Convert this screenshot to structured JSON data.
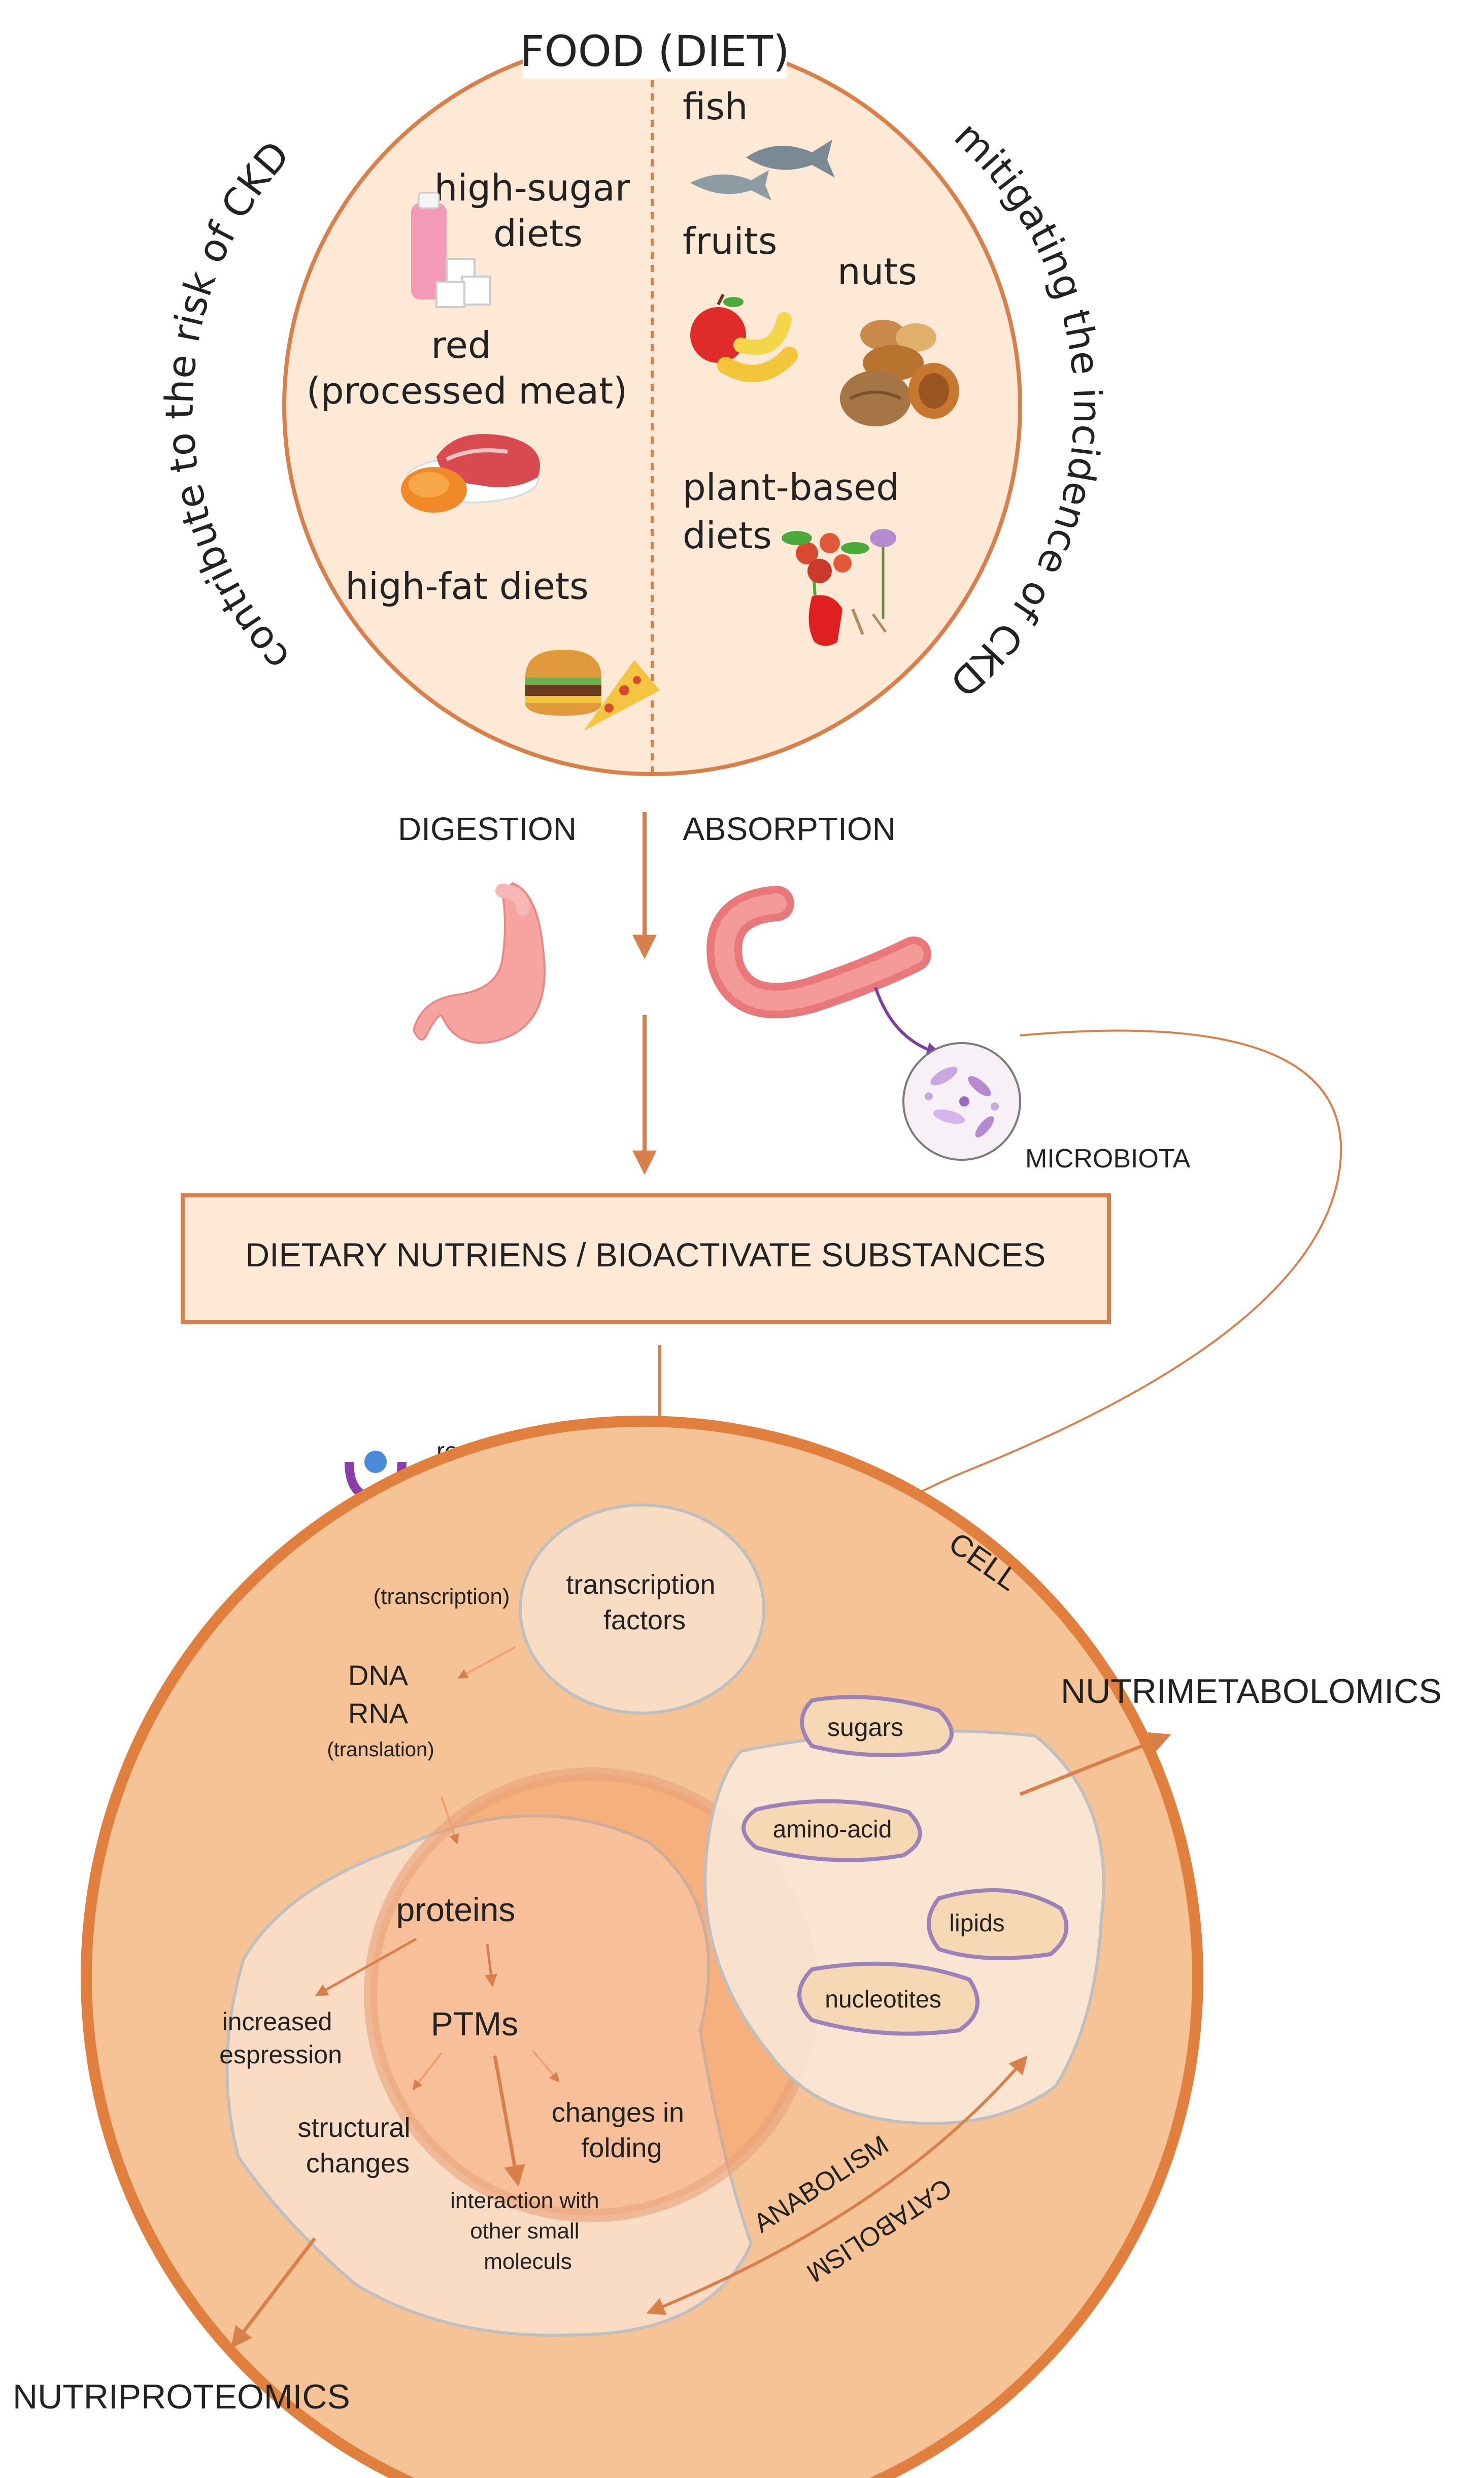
{
  "colors": {
    "accent": "#d9804a",
    "food_circle_fill": "#fde9d6",
    "cell_fill": "#f6c397",
    "cell_border": "#e07f3e",
    "membrane_fill": "#f9e4d2",
    "membrane_stroke": "#bfbfbf",
    "metabolite_fill": "#f7d8b4",
    "metabolite_stroke": "#9b82b8",
    "box_fill": "#fde9d6",
    "microbiota_accent": "#7b3fa0"
  },
  "food": {
    "title": "FOOD (DIET)",
    "left_arc": "contribute to the risk of CKD",
    "right_arc": "mitigating the incidence of CKD",
    "risk_items": [
      {
        "lines": [
          "high-sugar",
          "diets"
        ],
        "icon": "sugar-drink-icon"
      },
      {
        "lines": [
          "red",
          "(processed meat)"
        ],
        "icon": "meat-icon"
      },
      {
        "lines": [
          "high-fat diets"
        ],
        "icon": "fast-food-icon"
      }
    ],
    "protective_items": [
      {
        "lines": [
          "fish"
        ],
        "icon": "fish-icon"
      },
      {
        "lines": [
          "fruits"
        ],
        "icon": "fruits-icon"
      },
      {
        "lines": [
          "nuts"
        ],
        "icon": "nuts-icon"
      },
      {
        "lines": [
          "plant-based",
          "diets"
        ],
        "icon": "vegetables-icon"
      }
    ]
  },
  "process": {
    "digestion": "DIGESTION",
    "absorption": "ABSORPTION",
    "microbiota": "MICROBIOTA",
    "box_label": "DIETARY NUTRIENS / BIOACTIVATE SUBSTANCES",
    "receptors": "receptors"
  },
  "cell": {
    "title": "CELL",
    "transcription": "(transcription)",
    "transcription_factors": [
      "transcription",
      "factors"
    ],
    "dna": "DNA",
    "rna": "RNA",
    "translation": "(translation)",
    "proteins": "proteins",
    "ptms": "PTMs",
    "increased_expression": [
      "increased",
      "espression"
    ],
    "structural_changes": [
      "structural",
      "changes"
    ],
    "changes_in_folding": [
      "changes in",
      "folding"
    ],
    "interaction": [
      "interaction with",
      "other small",
      "moleculs"
    ],
    "metabolites": [
      "sugars",
      "amino-acid",
      "lipids",
      "nucleotites"
    ],
    "anabolism": "ANABOLISM",
    "catabolism": "CATABOLISM"
  },
  "outputs": {
    "nutrimetabolomics": "NUTRIMETABOLOMICS",
    "nutriproteomics": "NUTRIPROTEOMICS"
  }
}
